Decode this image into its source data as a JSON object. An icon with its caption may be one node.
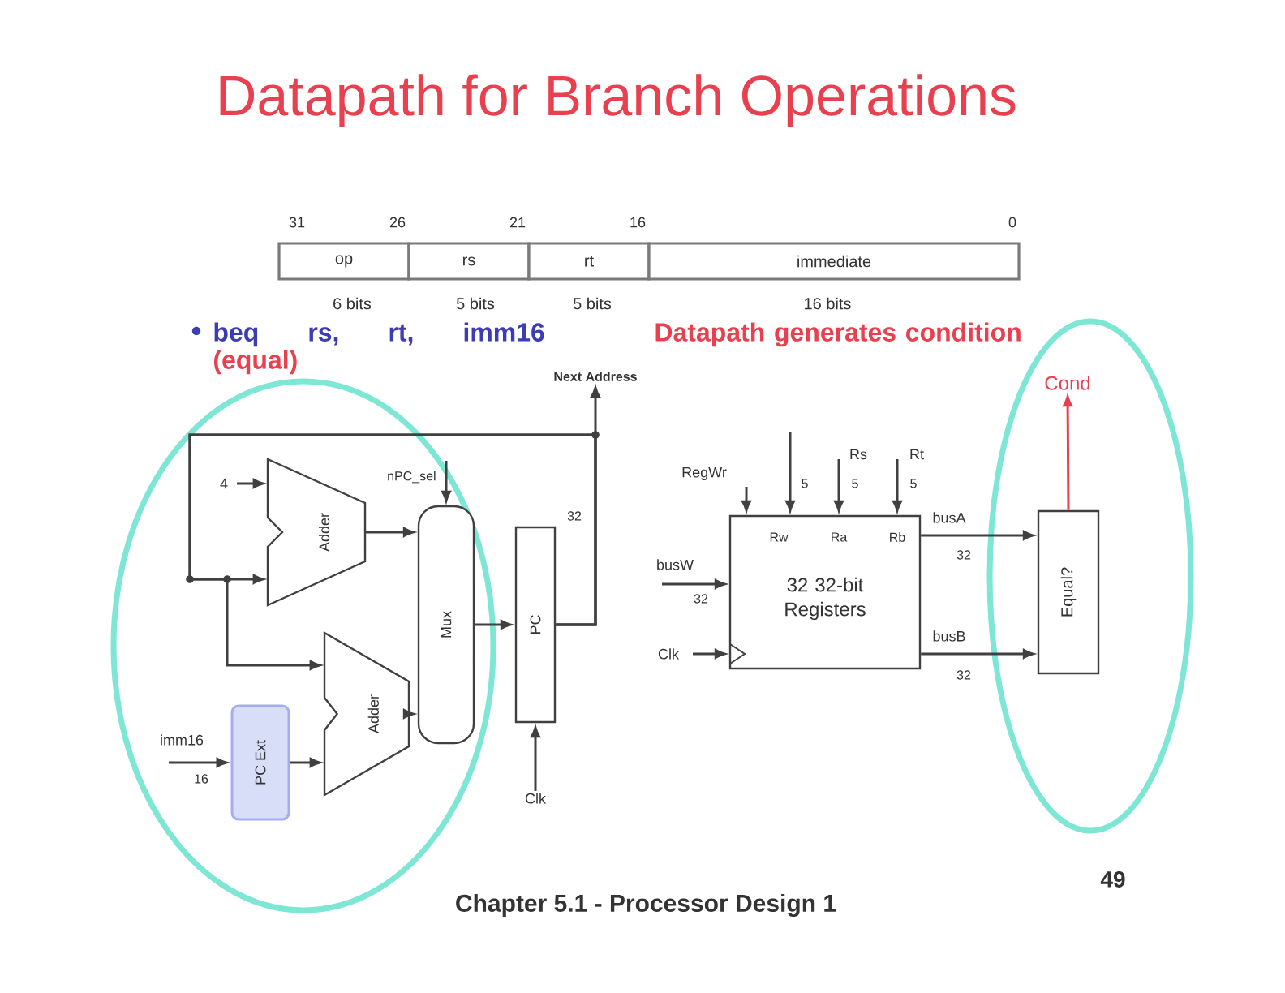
{
  "diagram": {
    "title": "Datapath for Branch Operations",
    "nodes": [
      {
        "text": [
          "op"
        ]
      },
      {
        "text": [
          "rs"
        ]
      },
      {
        "text": [
          "rt"
        ]
      },
      {
        "text": [
          "immediate"
        ]
      },
      {
        "text": [
          "Next Address"
        ]
      },
      {
        "text": [
          "Adder"
        ]
      },
      {
        "text": [
          "Mux"
        ]
      },
      {
        "text": [
          "PC"
        ]
      },
      {
        "text": [
          "Adder"
        ]
      },
      {
        "text": [
          "PC Ext"
        ]
      },
      {
        "text": [
          "Clk"
        ]
      },
      {
        "text": [
          "Cond"
        ]
      },
      {
        "text": [
          "Rw",
          "Ra",
          "Rb",
          "32 32-bit Registers"
        ]
      },
      {
        "text": [
          "Equal?"
        ]
      }
    ],
    "edges": [
      {
        "from": 5,
        "to": 6,
        "arrow": "to"
      },
      {
        "from": 8,
        "to": 6,
        "arrow": "to"
      },
      {
        "from": 6,
        "to": 7,
        "arrow": "to"
      },
      {
        "from": 7,
        "to": 4,
        "arrow": "to"
      },
      {
        "from": 7,
        "to": 5,
        "arrow": "to"
      },
      {
        "from": 7,
        "to": 8,
        "arrow": "to"
      },
      {
        "from": 9,
        "to": 8,
        "arrow": "to"
      },
      {
        "from": null,
        "to": 9,
        "arrow": "to",
        "label": "imm16"
      },
      {
        "from": null,
        "to": 5,
        "arrow": "to",
        "label": "4"
      },
      {
        "from": null,
        "to": 6,
        "arrow": "to",
        "label": "nPC_sel"
      },
      {
        "from": 10,
        "to": 7,
        "arrow": "to"
      },
      {
        "from": 13,
        "to": 11,
        "arrow": "to",
        "color": "#e8404f"
      },
      {
        "from": 12,
        "to": 13,
        "arrow": "to",
        "label": "busA"
      },
      {
        "from": 12,
        "to": 13,
        "arrow": "to",
        "label": "busB"
      },
      {
        "from": null,
        "to": 12,
        "arrow": "to",
        "label": "busW"
      },
      {
        "from": null,
        "to": 12,
        "arrow": "to",
        "label": "Clk"
      },
      {
        "from": null,
        "to": 12,
        "arrow": "to",
        "label": "RegWr"
      },
      {
        "from": null,
        "to": 12,
        "arrow": "to"
      },
      {
        "from": null,
        "to": 12,
        "arrow": "to",
        "label": "Rs"
      },
      {
        "from": null,
        "to": 12,
        "arrow": "to",
        "label": "Rt"
      }
    ],
    "labels": [
      "31",
      "26",
      "21",
      "16",
      "0",
      "6 bits",
      "5 bits",
      "5 bits",
      "16 bits",
      "beq rs, rt, imm16",
      "Datapath generates condition (equal)",
      "32",
      "16",
      "5",
      "5",
      "5",
      "32",
      "32",
      "32",
      "Chapter 5.1 - Processor Design 1",
      "49"
    ]
  }
}
